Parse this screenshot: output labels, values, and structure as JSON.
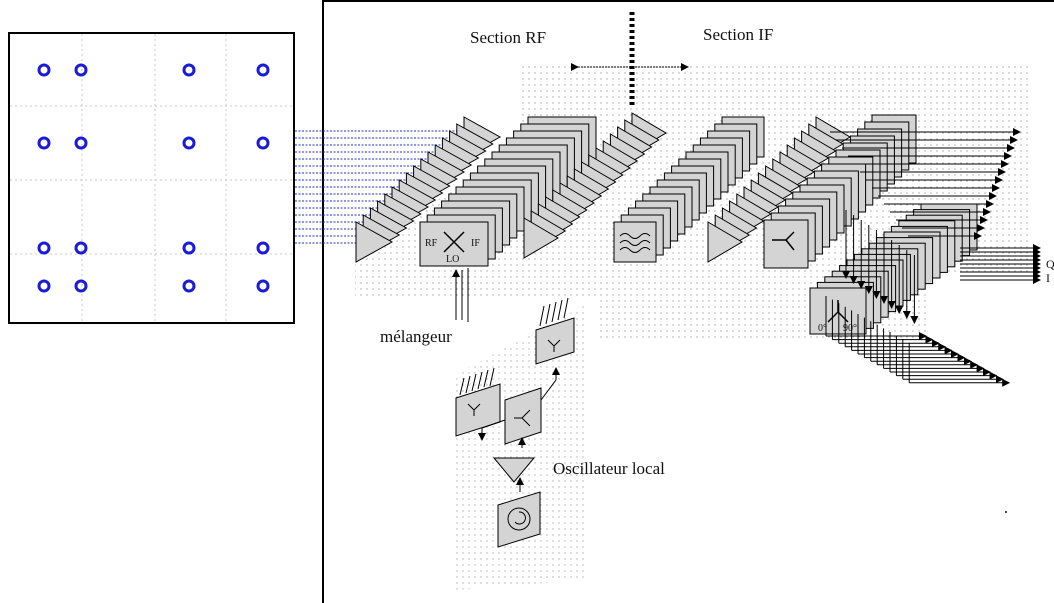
{
  "labels": {
    "section_rf": "Section RF",
    "section_if": "Section IF",
    "mixer": "mélangeur",
    "local_oscillator": "Oscillateur local",
    "mixer_rf": "RF",
    "mixer_if": "IF",
    "mixer_lo": "LO",
    "phase_0": "0°",
    "phase_90": "90°",
    "out_q": "Q",
    "out_i": "I"
  },
  "colors": {
    "antenna_element": "#1a1adb",
    "feed_line": "#2030c8",
    "box_fill": "#d4d4d4",
    "grid": "#b8b8b8"
  },
  "antenna_array": {
    "rows": 4,
    "cols": 4,
    "element_count": 16
  }
}
